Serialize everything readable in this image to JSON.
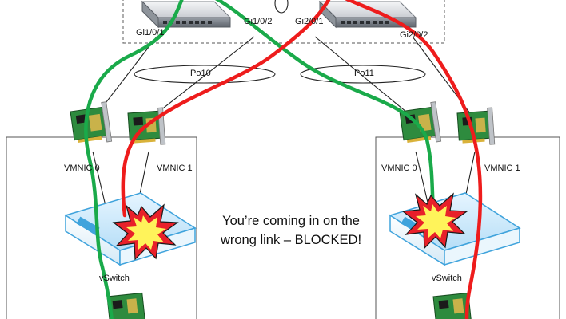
{
  "switch_ports": {
    "p1": "Gi1/0/1",
    "p2": "Gi1/0/2",
    "p3": "Gi2/0/1",
    "p4": "Gi2/0/2"
  },
  "port_channels": {
    "left": "Po10",
    "right": "Po11"
  },
  "left_host": {
    "nic0": "VMNIC 0",
    "nic1": "VMNIC 1",
    "vswitch": "vSwitch"
  },
  "right_host": {
    "nic0": "VMNIC 0",
    "nic1": "VMNIC 1",
    "vswitch": "vSwitch"
  },
  "message": {
    "line1": "You’re coming in on the",
    "line2": "wrong link – BLOCKED!"
  },
  "colors": {
    "green_path": "#1aaa4a",
    "red_path": "#ee1c1c",
    "link_line": "#222222",
    "nic_green": "#2e8b3e",
    "vswitch_blue": "#3fa3dc",
    "explosion_red": "#e8202a",
    "explosion_yellow": "#fff35a",
    "stack_border": "#777777"
  }
}
